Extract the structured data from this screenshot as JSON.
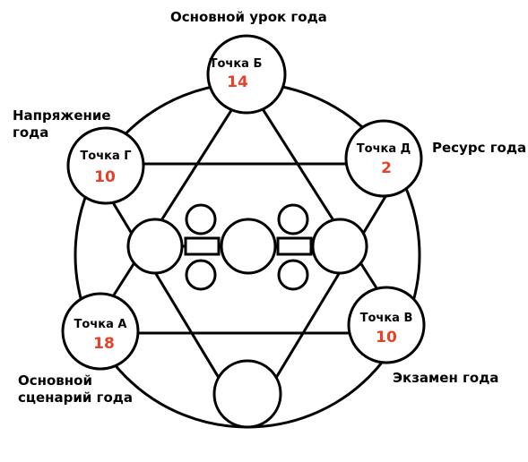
{
  "labels": {
    "top": "Основной урок года",
    "upper_left": [
      "Напряжение",
      "года"
    ],
    "upper_right": "Ресурс года",
    "lower_left": [
      "Основной",
      "сценарий года"
    ],
    "lower_right": "Экзамен года"
  },
  "points": {
    "b": {
      "name": "Точка Б",
      "value": "14"
    },
    "g": {
      "name": "Точка Г",
      "value": "10"
    },
    "d": {
      "name": "Точка Д",
      "value": "2"
    },
    "a": {
      "name": "Точка А",
      "value": "18"
    },
    "v": {
      "name": "Точка В",
      "value": "10"
    }
  },
  "colors": {
    "value": "#e8412a",
    "stroke": "#000000"
  }
}
